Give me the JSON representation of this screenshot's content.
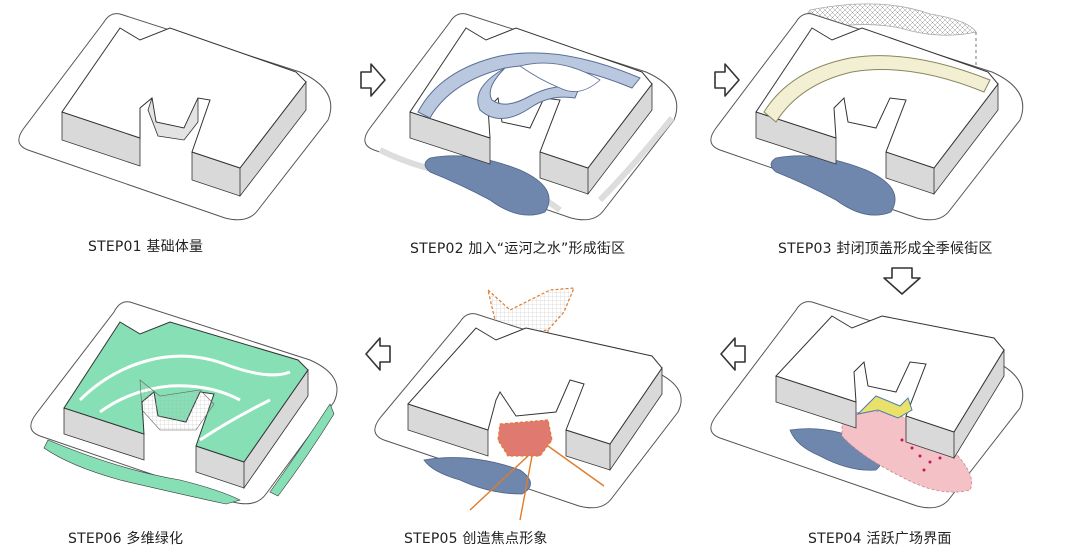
{
  "steps": [
    {
      "id": "step01",
      "label": "STEP01 基础体量"
    },
    {
      "id": "step02",
      "label": "STEP02 加入“运河之水”形成街区"
    },
    {
      "id": "step03",
      "label": "STEP03 封闭顶盖形成全季候街区"
    },
    {
      "id": "step04",
      "label": "STEP04 活跃广场界面"
    },
    {
      "id": "step05",
      "label": "STEP05 创造焦点形象"
    },
    {
      "id": "step06",
      "label": "STEP06 多维绿化"
    }
  ],
  "colors": {
    "outline": "#3a3a3a",
    "block_top": "#ffffff",
    "block_side": "#d9d9d9",
    "water": "#6f86ad",
    "canal": "#b9c8df",
    "roof": "#f2efd2",
    "plaza": "#f4c2c6",
    "focus": "#e07a70",
    "focus_line": "#e07b2a",
    "green": "#86dfb5",
    "arrow": "#333333"
  },
  "flow_arrows": [
    "right",
    "right",
    "down",
    "left",
    "left"
  ]
}
